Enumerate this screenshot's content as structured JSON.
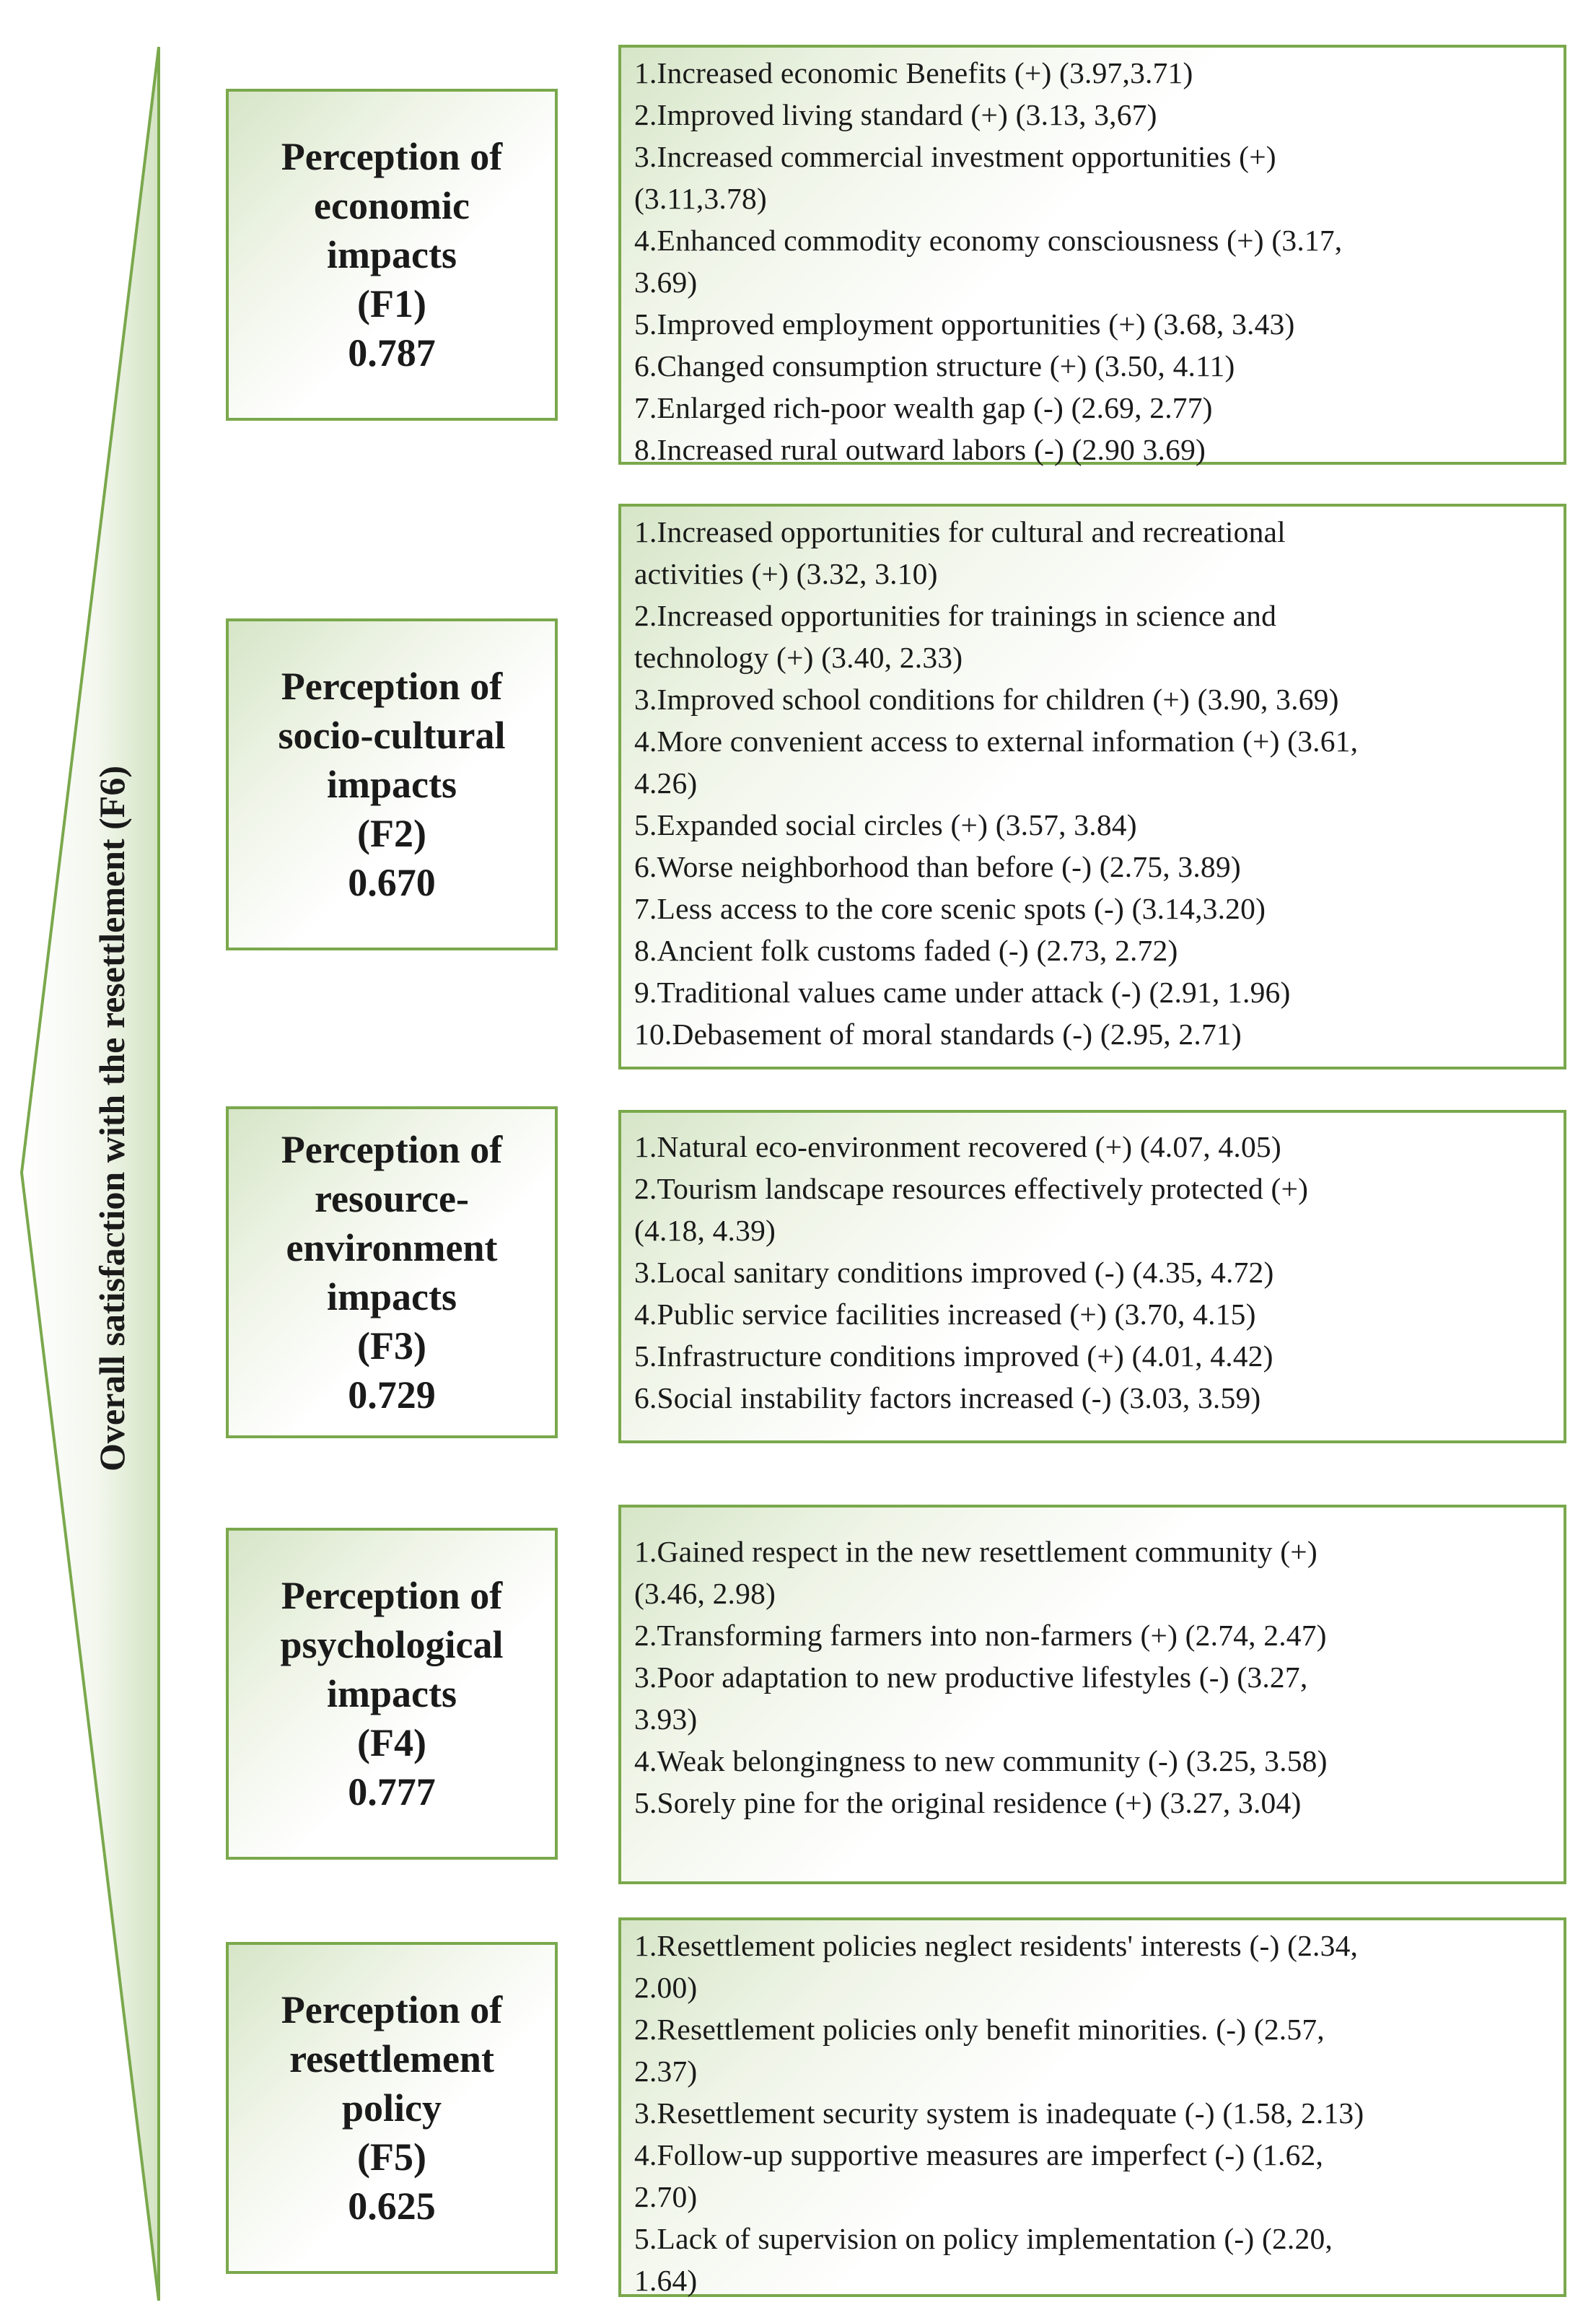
{
  "overall": {
    "label": "Overall satisfaction with the resettlement (F6)"
  },
  "factors": [
    {
      "lines": [
        "Perception of",
        "economic",
        "impacts",
        "(F1)",
        "0.787"
      ],
      "items": [
        "1.Increased economic Benefits (+) (3.97,3.71)",
        "2.Improved living standard (+) (3.13, 3,67)",
        "3.Increased commercial investment opportunities  (+)",
        "(3.11,3.78)",
        "4.Enhanced commodity economy consciousness  (+) (3.17,",
        "3.69)",
        "5.Improved employment opportunities (+) (3.68, 3.43)",
        "6.Changed consumption structure  (+) (3.50, 4.11)",
        "7.Enlarged rich-poor wealth gap  (-) (2.69, 2.77)",
        "8.Increased rural outward labors (-) (2.90 3.69)"
      ]
    },
    {
      "lines": [
        "Perception of",
        "socio-cultural",
        "impacts",
        "(F2)",
        "0.670"
      ],
      "items": [
        "1.Increased opportunities for cultural and recreational",
        "activities (+) (3.32, 3.10)",
        "2.Increased opportunities for trainings in science and",
        "technology (+) (3.40, 2.33)",
        "3.Improved school conditions for children (+) (3.90, 3.69)",
        "4.More convenient access to external information (+) (3.61,",
        "4.26)",
        "5.Expanded social circles (+) (3.57, 3.84)",
        "6.Worse neighborhood than before (-) (2.75, 3.89)",
        "7.Less access to the core scenic spots (-) (3.14,3.20)",
        "8.Ancient folk customs faded (-) (2.73, 2.72)",
        "9.Traditional values came under attack (-) (2.91, 1.96)",
        "10.Debasement of moral standards (-) (2.95, 2.71)"
      ]
    },
    {
      "lines": [
        "Perception of",
        "resource-",
        "environment",
        "impacts",
        "(F3)",
        "0.729"
      ],
      "items": [
        "1.Natural eco-environment recovered (+) (4.07, 4.05)",
        "2.Tourism landscape resources effectively protected (+)",
        "(4.18, 4.39)",
        "3.Local sanitary conditions improved (-) (4.35, 4.72)",
        "4.Public service facilities increased (+) (3.70, 4.15)",
        "5.Infrastructure conditions improved (+) (4.01, 4.42)",
        "6.Social instability factors increased (-) (3.03, 3.59)"
      ]
    },
    {
      "lines": [
        "Perception of",
        "psychological",
        "impacts",
        "(F4)",
        "0.777"
      ],
      "items": [
        "1.Gained respect in the new resettlement community  (+)",
        "(3.46, 2.98)",
        "2.Transforming farmers into non-farmers (+) (2.74, 2.47)",
        "3.Poor adaptation to new productive lifestyles (-) (3.27,",
        "3.93)",
        "4.Weak belongingness to new community (-) (3.25, 3.58)",
        "5.Sorely pine for the original residence (+) (3.27, 3.04)"
      ]
    },
    {
      "lines": [
        "Perception of",
        "resettlement",
        "policy",
        "(F5)",
        "0.625"
      ],
      "items": [
        "1.Resettlement policies neglect residents' interests (-) (2.34,",
        "2.00)",
        "2.Resettlement policies only benefit minorities. (-) (2.57,",
        "2.37)",
        "3.Resettlement security system is inadequate (-) (1.58, 2.13)",
        "4.Follow-up supportive measures are imperfect (-) (1.62,",
        "2.70)",
        "5.Lack of supervision on policy implementation (-) (2.20,",
        "1.64)"
      ]
    }
  ]
}
